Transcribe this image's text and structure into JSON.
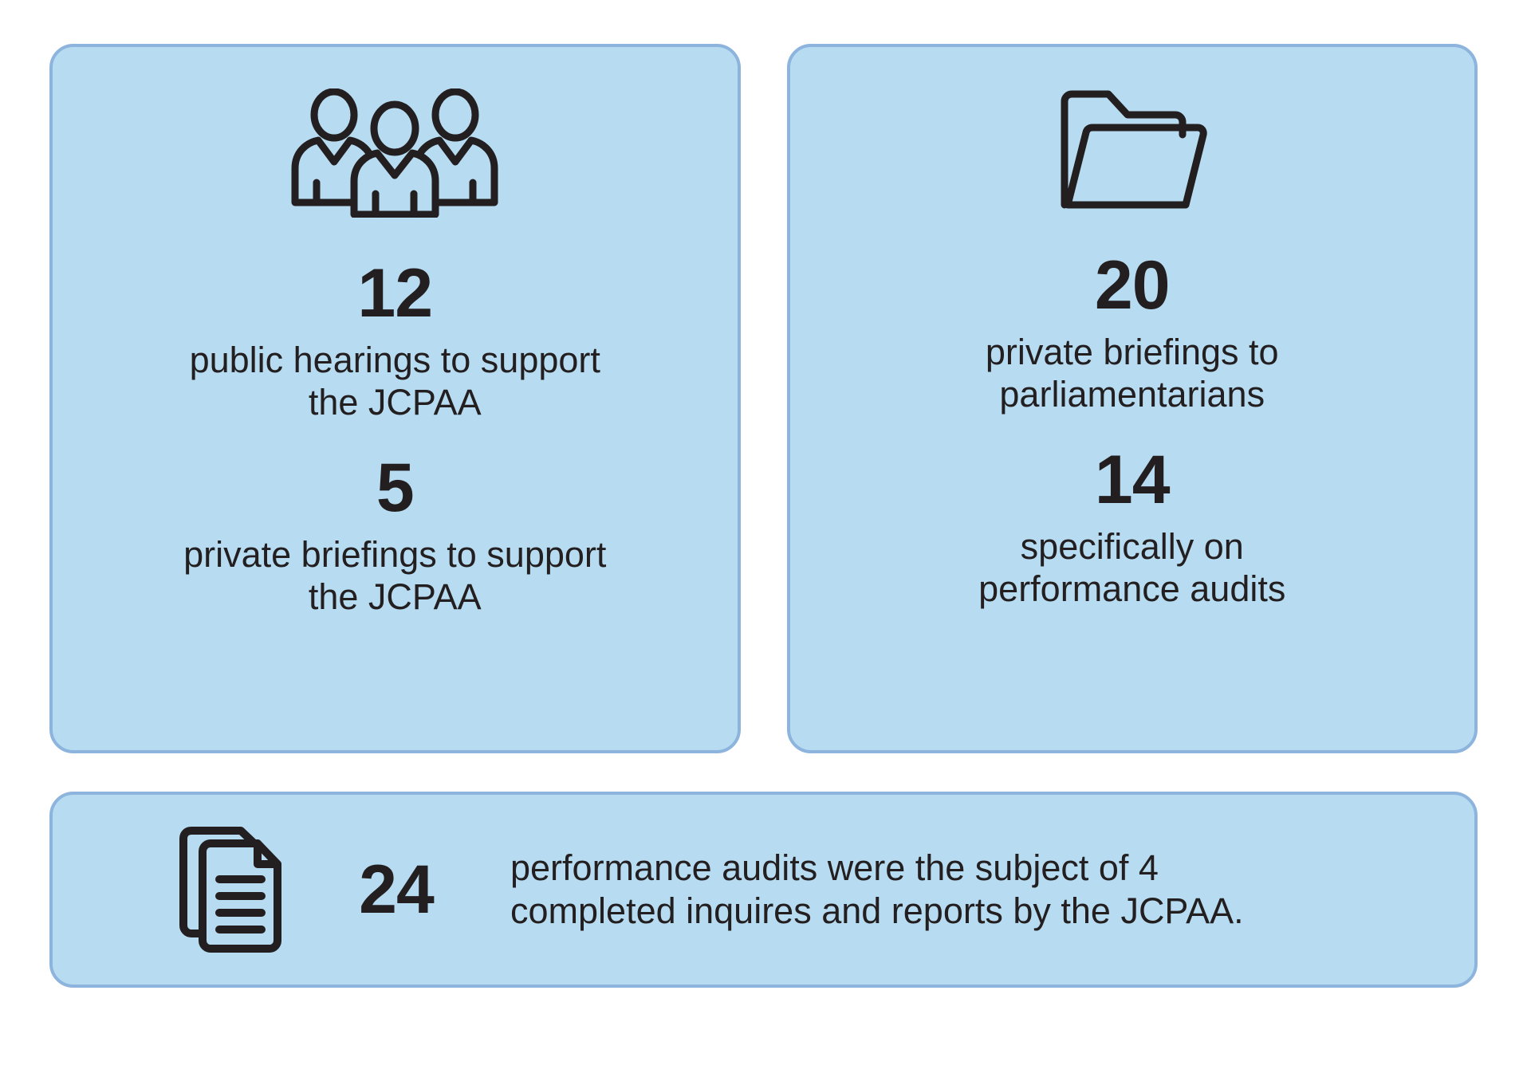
{
  "theme": {
    "card_fill": "#b7dcf1",
    "card_border": "#8cb4dd",
    "text_color": "#231f20",
    "page_background": "#ffffff"
  },
  "cards": {
    "hearings": {
      "icon": "people-group-icon",
      "stats": [
        {
          "number": "12",
          "caption": "public hearings to support\nthe JCPAA"
        },
        {
          "number": "5",
          "caption": "private briefings to support\nthe JCPAA"
        }
      ]
    },
    "briefings": {
      "icon": "open-folder-icon",
      "stats": [
        {
          "number": "20",
          "caption": "private briefings to\nparliamentarians"
        },
        {
          "number": "14",
          "caption": "specifically on\nperformance audits"
        }
      ]
    },
    "audits": {
      "icon": "documents-icon",
      "number": "24",
      "text": "performance audits were the subject of 4\ncompleted inquires and reports by the JCPAA."
    }
  }
}
